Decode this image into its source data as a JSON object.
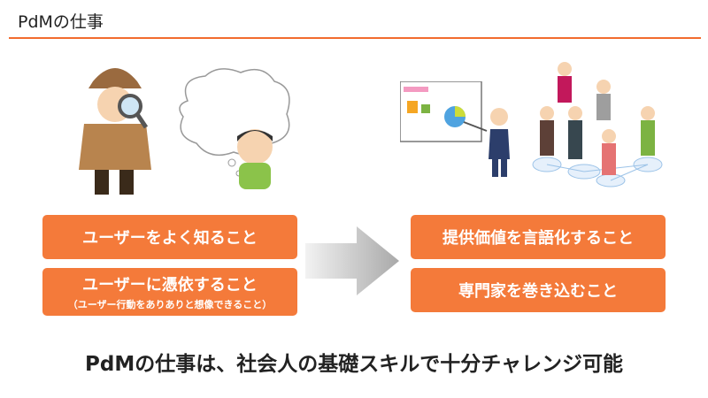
{
  "slide": {
    "title": "PdMの仕事",
    "left_boxes": [
      {
        "label": "ユーザーをよく知ること"
      },
      {
        "label": "ユーザーに憑依すること",
        "sub": "（ユーザー行動をありありと想像できること）"
      }
    ],
    "right_boxes": [
      {
        "label": "提供価値を言語化すること"
      },
      {
        "label": "専門家を巻き込むこと"
      }
    ],
    "conclusion": "PdMの仕事は、社会人の基礎スキルで十分チャレンジ可能",
    "colors": {
      "accent": "#f47a3a",
      "rule": "#f26b2e"
    },
    "icons": [
      "detective-illustration",
      "thought-bubble-illustration",
      "presenter-illustration",
      "network-people-illustration",
      "right-arrow-icon"
    ]
  }
}
